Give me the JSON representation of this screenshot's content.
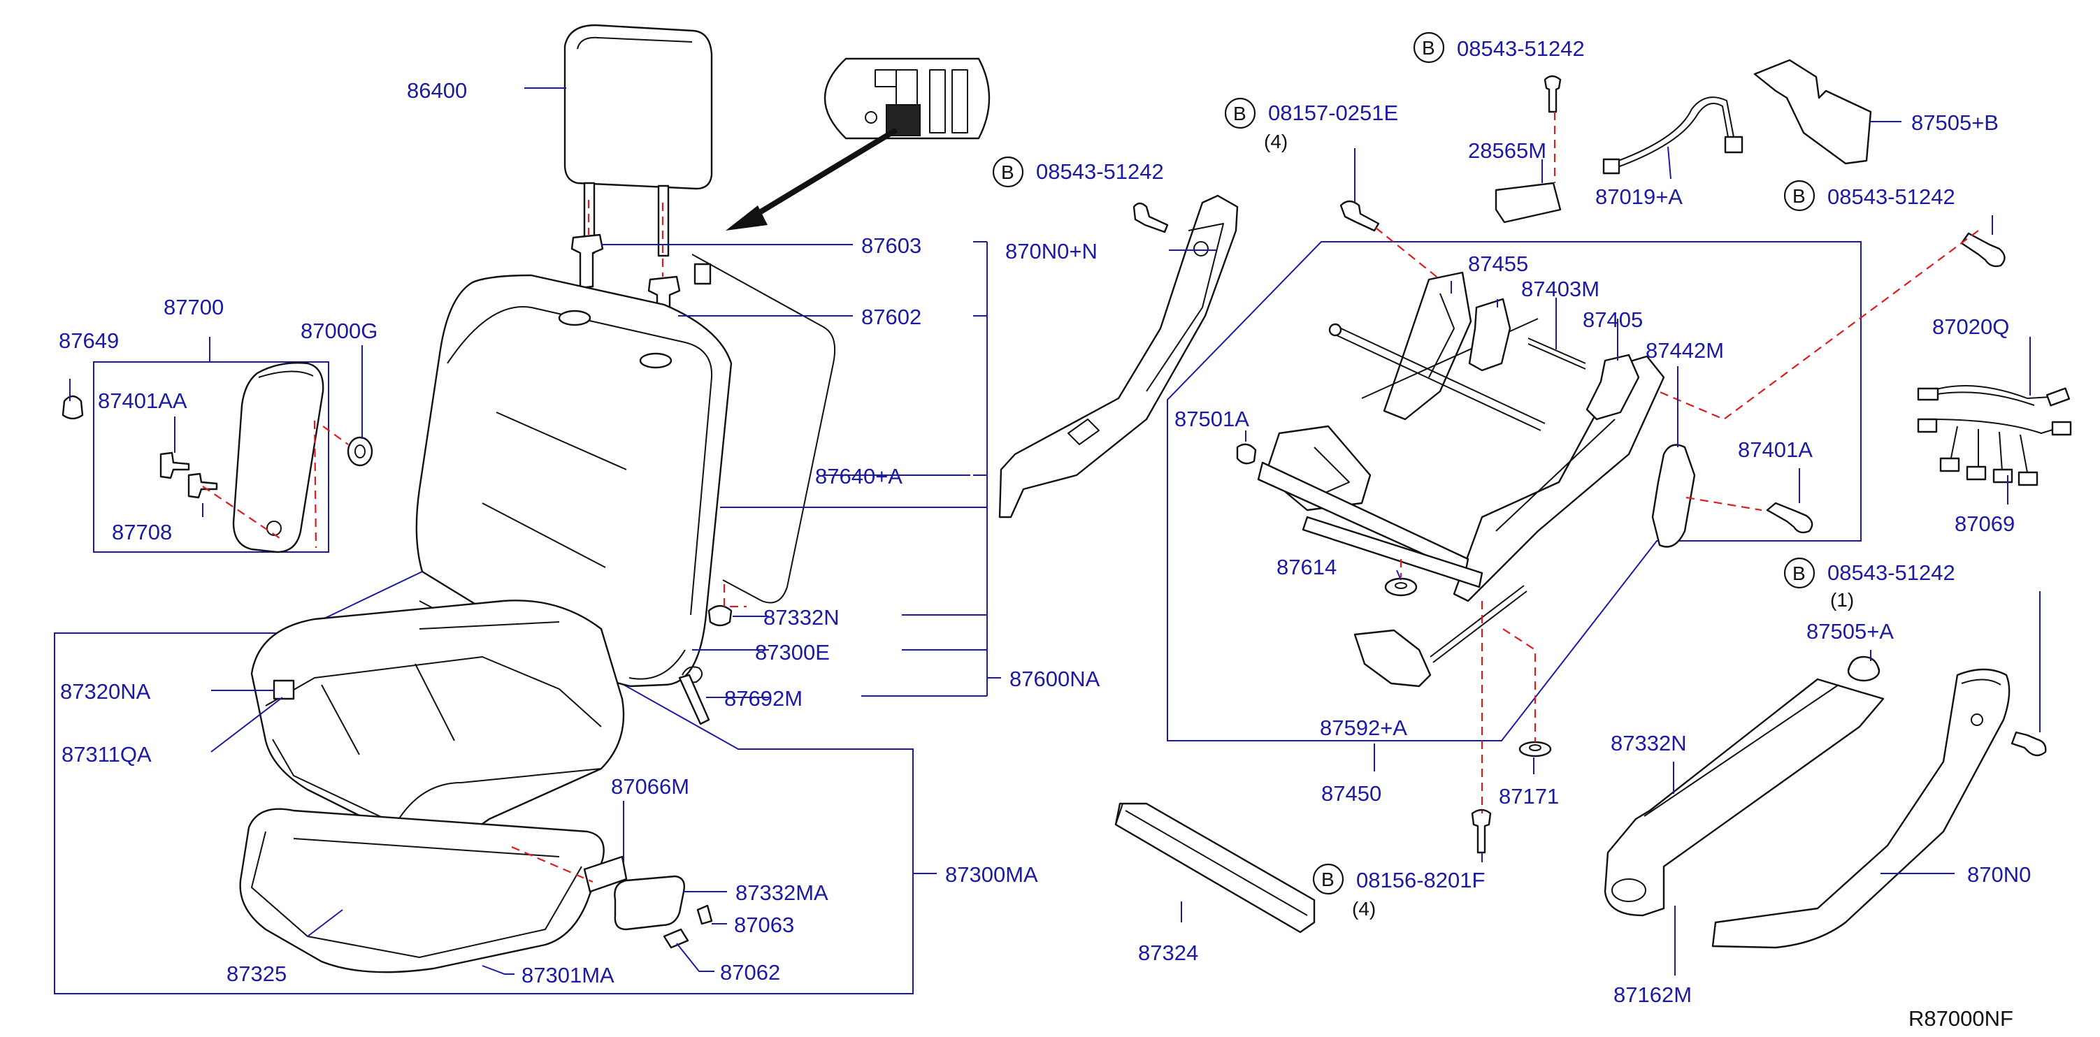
{
  "diagram_code": "R87000NF",
  "colors": {
    "part_number": "#1a1aa6",
    "leader": "#1a1aa6",
    "dash_line": "#e01b1b",
    "outline": "#111111"
  },
  "labels": {
    "p86400": "86400",
    "p87603": "87603",
    "p87602": "87602",
    "p87700": "87700",
    "p87649": "87649",
    "p87000G": "87000G",
    "p87401AA": "87401AA",
    "p87708": "87708",
    "p87640A": "87640+A",
    "p87332N_a": "87332N",
    "p87300E": "87300E",
    "p87692M": "87692M",
    "p87600NA": "87600NA",
    "p87320NA": "87320NA",
    "p87311QA": "87311QA",
    "p87066M": "87066M",
    "p87332MA": "87332MA",
    "p87063": "87063",
    "p87062": "87062",
    "p87301MA": "87301MA",
    "p87325": "87325",
    "p87300MA": "87300MA",
    "b_08543_a": "08543-51242",
    "p870N0N": "870N0+N",
    "b_08157": "08157-0251E",
    "b_08157_qty": "(4)",
    "b_08543_b": "08543-51242",
    "p28565M": "28565M",
    "p87019A": "87019+A",
    "p87505B": "87505+B",
    "b_08543_c": "08543-51242",
    "p87455": "87455",
    "p87403M": "87403M",
    "p87405": "87405",
    "p87442M": "87442M",
    "p87501A": "87501A",
    "p87401A": "87401A",
    "p87614": "87614",
    "p87592A": "87592+A",
    "p87450": "87450",
    "p87171": "87171",
    "p87020Q": "87020Q",
    "p87069": "87069",
    "b_08543_d": "08543-51242",
    "b_08543_d_qty": "(1)",
    "p87505A": "87505+A",
    "p87332N_b": "87332N",
    "p870N0": "870N0",
    "p87162M": "87162M",
    "p87324": "87324",
    "b_08156": "08156-8201F",
    "b_08156_qty": "(4)",
    "b_mark": "B"
  }
}
